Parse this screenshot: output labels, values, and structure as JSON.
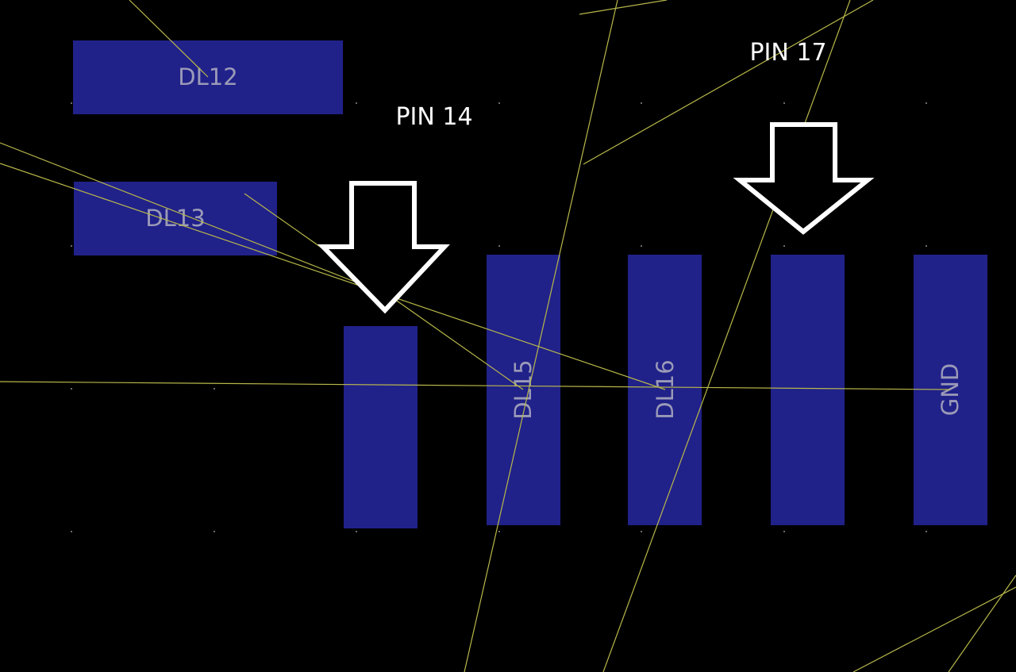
{
  "colors": {
    "background": "#000000",
    "pad_fill": "#21218a",
    "pad_label": "#9a9ab8",
    "ratsnest": "#b8b84a",
    "grid_dot": "#6a6a6a",
    "callout_text": "#ffffff",
    "arrow_fill": "#000000",
    "arrow_stroke": "#ffffff"
  },
  "pads": {
    "dl12": {
      "label": "DL12"
    },
    "dl13": {
      "label": "DL13"
    },
    "pin14_pad": {
      "label": ""
    },
    "dl15": {
      "label": "DL15"
    },
    "dl16": {
      "label": "DL16"
    },
    "pin17_pad": {
      "label": ""
    },
    "gnd": {
      "label": "GND"
    }
  },
  "callouts": {
    "pin14": {
      "text": "PIN 14",
      "icon": "down-arrow-icon"
    },
    "pin17": {
      "text": "PIN 17",
      "icon": "down-arrow-icon"
    }
  }
}
